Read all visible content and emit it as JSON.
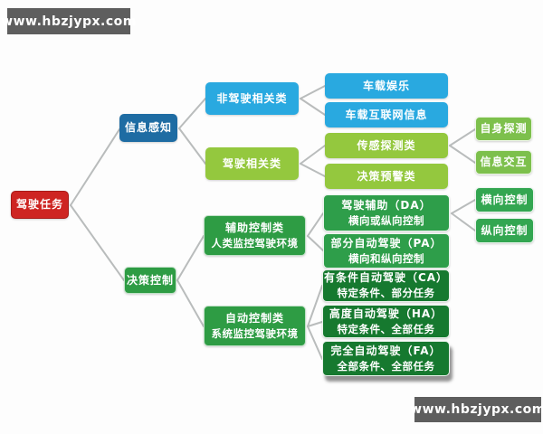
{
  "watermark_top": {
    "text": "www.hbzjypx.com"
  },
  "watermark_bottom": {
    "text": "www.hbzjypx.com"
  },
  "colors": {
    "root_red": "#ce2522",
    "perception_blue": "#1e6ca3",
    "info_bright_blue": "#29a9e0",
    "light_yellow_green": "#94c83e",
    "right_light_green": "#7dc04c",
    "medium_green": "#2e9c44",
    "dark_green": "#16792f",
    "watermark_gray": "#5e5e5e",
    "connector_gray": "#b9bcbc"
  },
  "nodes": {
    "root": {
      "label": "驾驶任务"
    },
    "perception": {
      "label": "信息感知"
    },
    "decision": {
      "label": "决策控制"
    },
    "non_driving": {
      "label": "非驾驶相关类"
    },
    "driving_related": {
      "label": "驾驶相关类"
    },
    "assist_control": {
      "label": "辅助控制类",
      "sublabel": "人类监控驾驶环境"
    },
    "auto_control": {
      "label": "自动控制类",
      "sublabel": "系统监控驾驶环境"
    },
    "entertainment": {
      "label": "车载娱乐"
    },
    "internet_info": {
      "label": "车载互联网信息"
    },
    "sensing": {
      "label": "传感探测类"
    },
    "warning": {
      "label": "决策预警类"
    },
    "da": {
      "label": "驾驶辅助（DA）",
      "sublabel": "横向或纵向控制"
    },
    "pa": {
      "label": "部分自动驾驶（PA）",
      "sublabel": "横向和纵向控制"
    },
    "ca": {
      "label": "有条件自动驾驶（CA）",
      "sublabel": "特定条件、部分任务"
    },
    "ha": {
      "label": "高度自动驾驶（HA）",
      "sublabel": "特定条件、全部任务"
    },
    "fa": {
      "label": "完全自动驾驶（FA）",
      "sublabel": "全部条件、全部任务"
    },
    "self_detect": {
      "label": "自身探测"
    },
    "info_exchange": {
      "label": "信息交互"
    },
    "lateral": {
      "label": "横向控制"
    },
    "longitudinal": {
      "label": "纵向控制"
    }
  }
}
